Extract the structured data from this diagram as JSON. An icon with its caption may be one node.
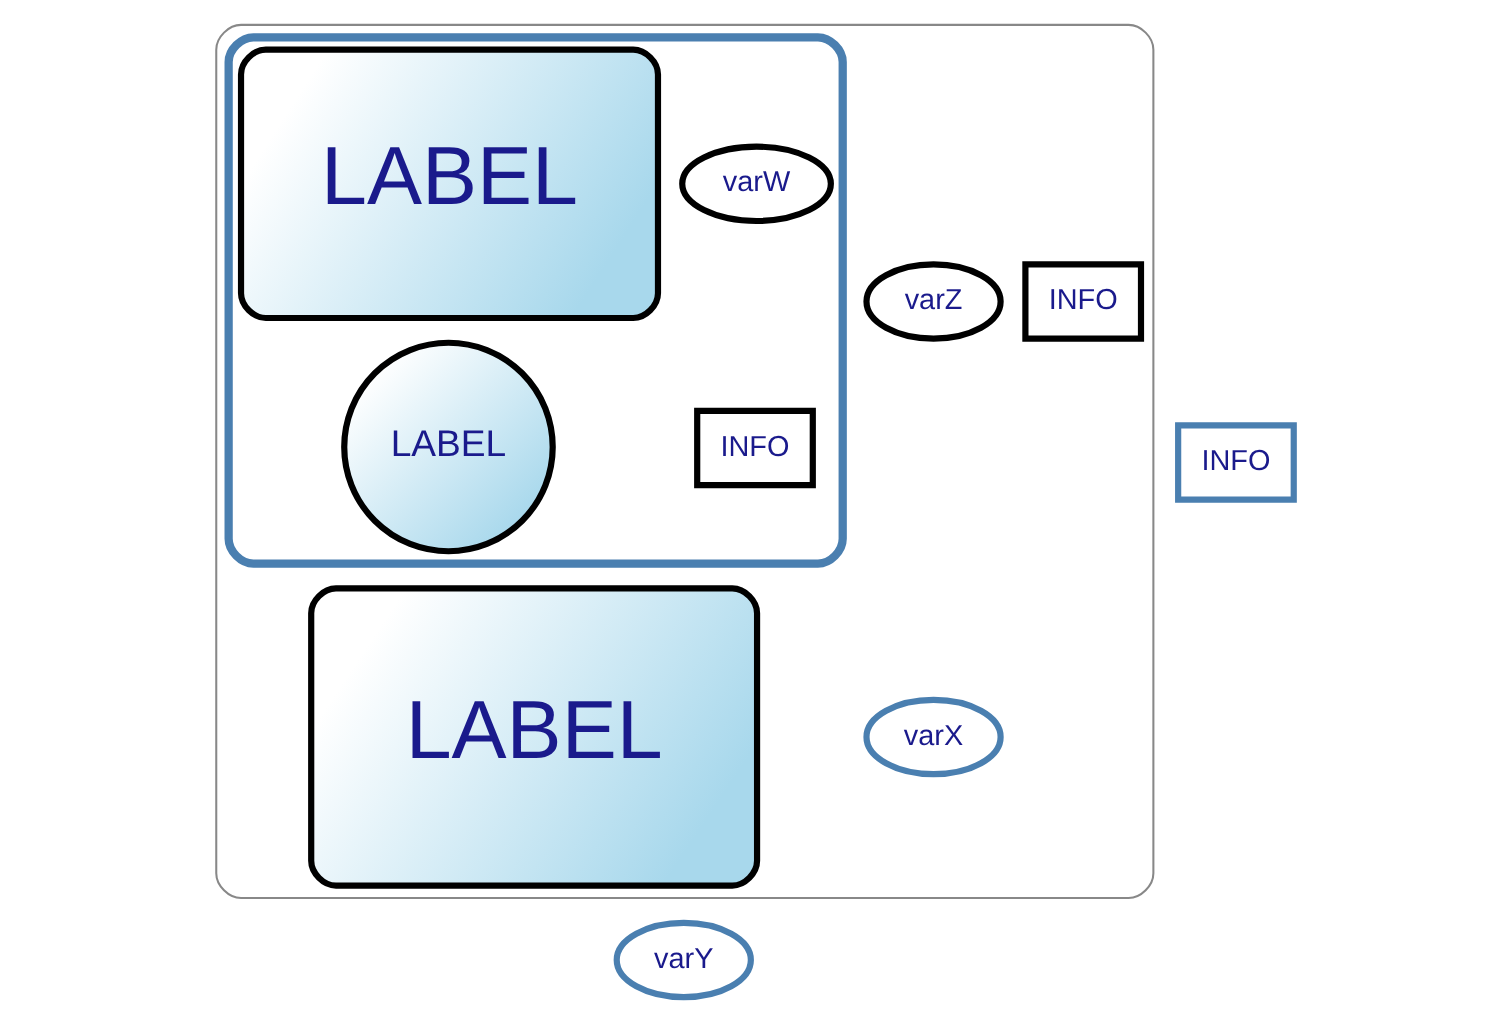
{
  "diagram": {
    "nodes": [
      {
        "text": [],
        "shape": "box"
      },
      {
        "text": [
          "LABEL"
        ],
        "in": 0
      },
      {
        "text": [
          "INFO"
        ],
        "in": 0
      },
      {
        "text": [
          "varZ"
        ],
        "in": 0
      },
      {
        "text": [],
        "shape": "box",
        "in": 0
      },
      {
        "text": [
          "INFO"
        ],
        "in": 4
      },
      {
        "text": [
          "varW"
        ],
        "in": 4
      },
      {
        "text": [
          "LABEL"
        ],
        "in": 4
      },
      {
        "text": [
          "LABEL"
        ],
        "in": 4
      },
      {
        "text": [
          "varX"
        ],
        "in": 0
      },
      {
        "text": [
          "INFO"
        ]
      },
      {
        "text": [
          "varY"
        ]
      }
    ],
    "edges": []
  }
}
